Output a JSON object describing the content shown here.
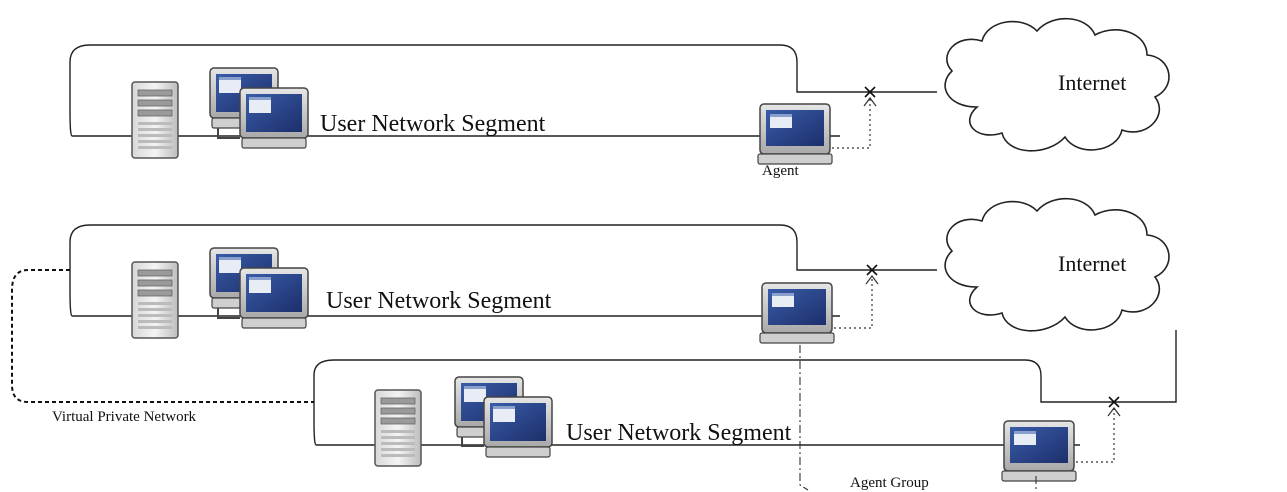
{
  "diagram": {
    "top": {
      "segment_label": "User Network Segment",
      "cloud_label": "Internet",
      "agent_label": "Agent"
    },
    "bottom": {
      "segment1_label": "User Network Segment",
      "segment2_label": "User Network Segment",
      "cloud_label": "Internet",
      "vpn_label": "Virtual Private Network",
      "agent_group_label": "Agent Group"
    }
  },
  "icons": {
    "server": "server-tower-icon",
    "desktop": "desktop-computer-icon",
    "agent": "agent-computer-icon",
    "cloud": "cloud-icon",
    "block": "blocked-x-icon"
  }
}
